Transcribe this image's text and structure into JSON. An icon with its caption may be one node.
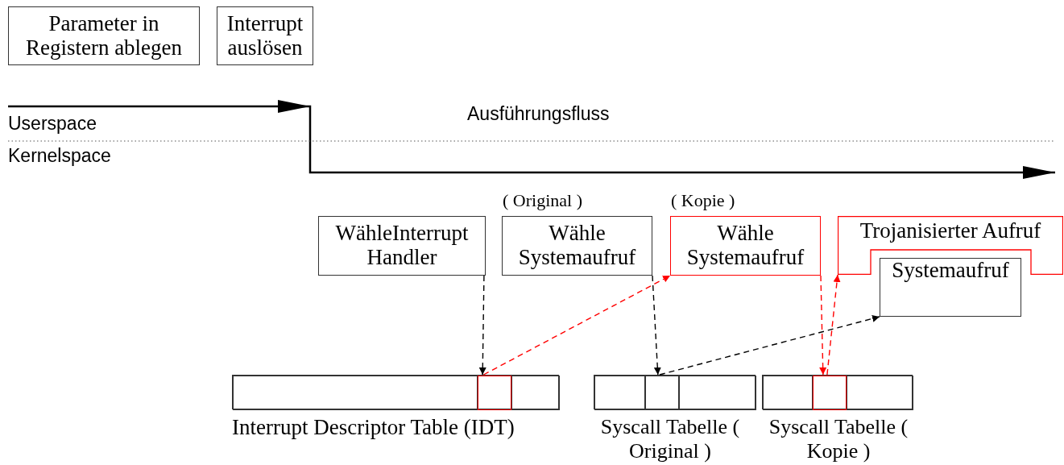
{
  "diagram": {
    "nodes": [
      {
        "text": [
          "Parameter in Registern ablegen"
        ]
      },
      {
        "text": [
          "Interrupt auslösen"
        ]
      },
      {
        "text": [
          "WähleInterrupt Handler"
        ]
      },
      {
        "text": [
          "Wähle Systemaufruf"
        ],
        "beside": [
          "( Original )"
        ]
      },
      {
        "text": [
          "Wähle Systemaufruf"
        ],
        "beside": [
          "( Kopie )"
        ]
      },
      {
        "text": [
          "Trojanisierter Aufruf"
        ]
      },
      {
        "text": [
          "Systemaufruf"
        ]
      },
      {
        "text": [],
        "shape": "box",
        "beside": [
          "Interrupt Descriptor Table (IDT)"
        ]
      },
      {
        "text": [],
        "shape": "box",
        "in": 7
      },
      {
        "text": [],
        "shape": "box",
        "in": 7
      },
      {
        "text": [],
        "shape": "box",
        "in": 7
      },
      {
        "text": [],
        "shape": "box",
        "beside": [
          "Syscall Tabelle ( Original )"
        ]
      },
      {
        "text": [],
        "shape": "box",
        "in": 11
      },
      {
        "text": [],
        "shape": "box",
        "in": 11
      },
      {
        "text": [],
        "shape": "box",
        "in": 11
      },
      {
        "text": [],
        "shape": "box",
        "beside": [
          "Syscall Tabelle ( Kopie )"
        ]
      },
      {
        "text": [],
        "shape": "box",
        "in": 15
      },
      {
        "text": [],
        "shape": "box",
        "in": 15
      },
      {
        "text": [],
        "shape": "box",
        "in": 15
      }
    ],
    "edges": [
      {
        "from": 2,
        "to": 9,
        "arrow": "to",
        "style": "dashed"
      },
      {
        "from": 9,
        "to": 4,
        "arrow": "to",
        "style": "dashed",
        "color": "#ff0000"
      },
      {
        "from": 3,
        "to": 13,
        "arrow": "to",
        "style": "dashed"
      },
      {
        "from": 13,
        "to": 6,
        "arrow": "to",
        "style": "dashed"
      },
      {
        "from": 4,
        "to": 17,
        "arrow": "to",
        "style": "dashed",
        "color": "#ff0000"
      },
      {
        "from": 17,
        "to": 5,
        "arrow": "to",
        "style": "dashed",
        "color": "#ff0000"
      }
    ],
    "labels": [
      "Userspace",
      "Ausführungsfluss",
      "Kernelspace"
    ]
  }
}
